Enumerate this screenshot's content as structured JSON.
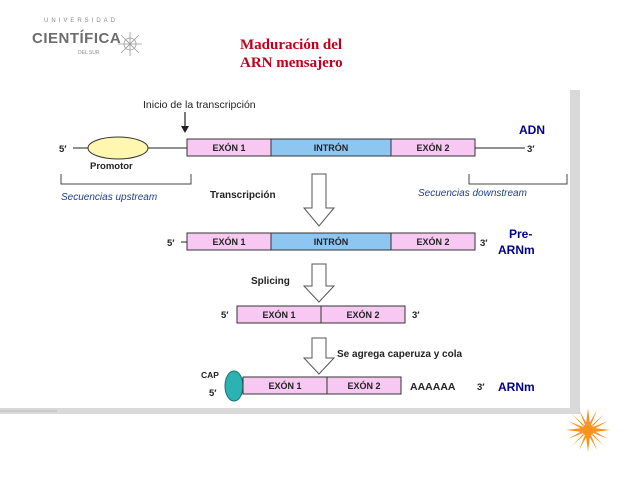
{
  "header": {
    "logo_line1": "UNIVERSIDAD",
    "logo_line2": "CIENTÍFICA",
    "logo_line3": "DEL SUR",
    "title_line1": "Maduración del",
    "title_line2": "ARN mensajero"
  },
  "diagram": {
    "inicio_label": "Inicio de la transcripción",
    "adn_label": "ADN",
    "five_prime": "5′",
    "three_prime": "3′",
    "exon1": "EXÓN 1",
    "intron": "INTRÓN",
    "exon2": "EXÓN 2",
    "promotor": "Promotor",
    "upstream": "Secuencias upstream",
    "downstream": "Secuencias downstream",
    "transcripcion": "Transcripción",
    "pre_arnm_1": "Pre-",
    "pre_arnm_2": "ARNm",
    "splicing": "Splicing",
    "caperuza": "Se agrega caperuza y cola",
    "cap": "CAP",
    "polya": "AAAAAA",
    "arnm": "ARNm"
  },
  "colors": {
    "exon_fill": "#f6c8f2",
    "intron_fill": "#8ec6f2",
    "promotor_fill": "#fff7b0",
    "cap_fill": "#2bb3b3",
    "label_blue": "#00008b",
    "sun_orange": "#f7931e",
    "title_red": "#c0001a"
  }
}
